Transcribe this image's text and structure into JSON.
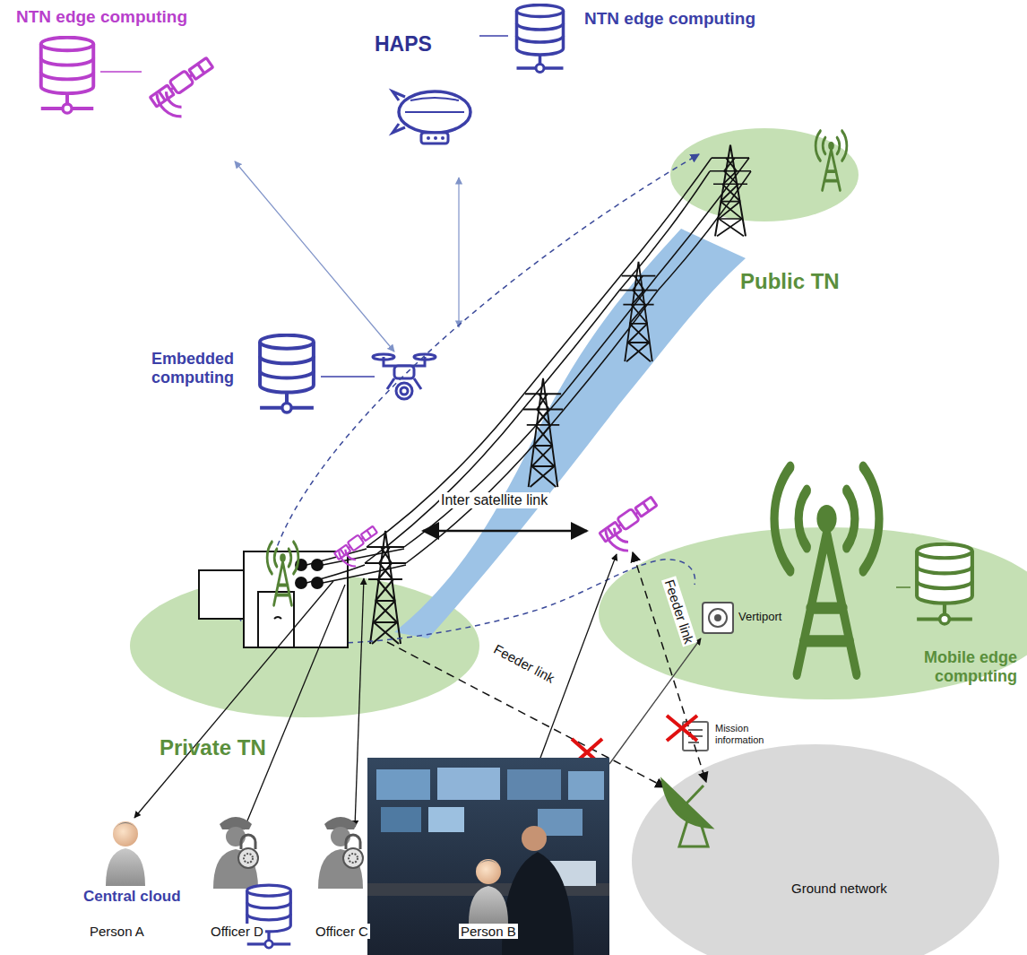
{
  "diagram": {
    "nodes": [
      {
        "text": [
          "Public TN"
        ]
      },
      {
        "text": [
          "Private TN"
        ]
      },
      {
        "text": [
          "Mobile edge computing"
        ]
      },
      {
        "text": [
          "Ground network"
        ]
      }
    ],
    "labels": [
      "NTN edge computing",
      "HAPS",
      "NTN edge computing",
      "Embedded computing",
      "Inter satellite link",
      "Feeder link",
      "Feeder link",
      "Vertiport",
      "Mission information",
      "Central cloud",
      "Person A",
      "Officer D",
      "Officer C",
      "Person B"
    ]
  }
}
